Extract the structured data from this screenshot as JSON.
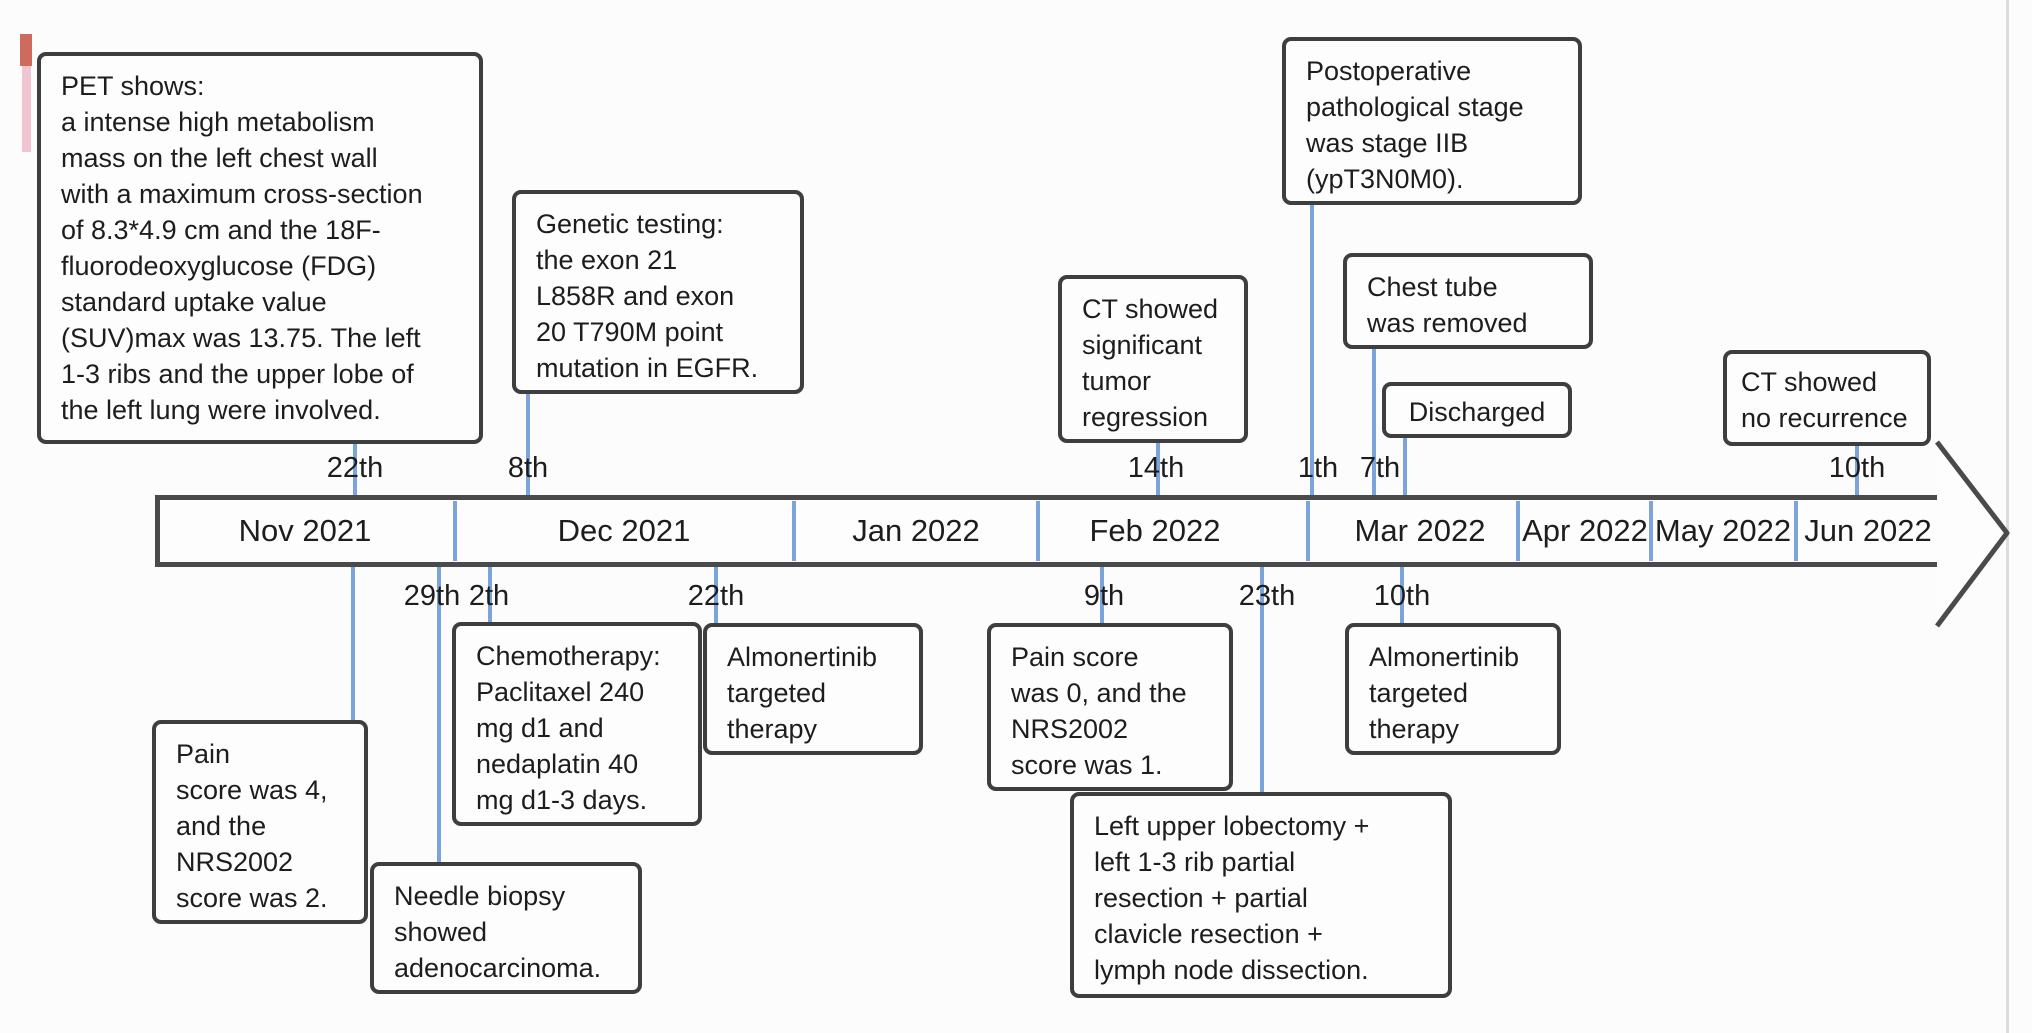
{
  "figure": {
    "background": "#fcfcfc",
    "accent_line_color": "#7ba5da",
    "box_border_color": "#3e3e3e",
    "bar_border_color": "#4a4a4a"
  },
  "timeline": {
    "months": [
      "Nov 2021",
      "Dec 2021",
      "Jan 2022",
      "Feb 2022",
      "Mar 2022",
      "Apr 2022",
      "May 2022",
      "Jun 2022"
    ],
    "ticks_above": [
      {
        "label": "22th"
      },
      {
        "label": "8th"
      },
      {
        "label": "14th"
      },
      {
        "label": "1th"
      },
      {
        "label": "7th"
      },
      {
        "label": "10th"
      }
    ],
    "ticks_below": [
      {
        "label": "29th"
      },
      {
        "label": "2th"
      },
      {
        "label": "22th"
      },
      {
        "label": "9th"
      },
      {
        "label": "23th"
      },
      {
        "label": "10th"
      }
    ]
  },
  "events": {
    "pet": "PET shows:\na intense high metabolism\nmass on the left chest wall\nwith a maximum cross-section\nof 8.3*4.9 cm and the 18F-\nfluorodeoxyglucose (FDG)\nstandard uptake value\n(SUV)max was 13.75. The left\n1-3 ribs and the upper lobe of\nthe left lung were involved.",
    "genetic": "Genetic testing:\nthe exon 21\nL858R and exon\n20 T790M point\nmutation in EGFR.",
    "ct_regression": "CT showed\nsignificant\ntumor\nregression",
    "postop_stage": "Postoperative\npathological stage\nwas stage IIB\n(ypT3N0M0).",
    "chest_tube": "Chest tube\nwas removed",
    "discharged": "Discharged",
    "ct_no_recurrence": "CT showed\nno recurrence",
    "pain_score_4": "Pain\nscore was 4,\nand the\nNRS2002\nscore was 2.",
    "needle_biopsy": "Needle biopsy\nshowed\nadenocarcinoma.",
    "chemotherapy": "Chemotherapy:\nPaclitaxel 240\nmg d1 and\nnedaplatin 40\nmg d1-3 days.",
    "almonertinib_1": "Almonertinib\ntargeted\ntherapy",
    "pain_score_0": "Pain score\nwas 0, and the\nNRS2002\nscore was 1.",
    "surgery": "Left upper lobectomy +\nleft 1-3 rib partial\nresection + partial\nclavicle resection +\nlymph node dissection.",
    "almonertinib_2": "Almonertinib\ntargeted\ntherapy"
  }
}
